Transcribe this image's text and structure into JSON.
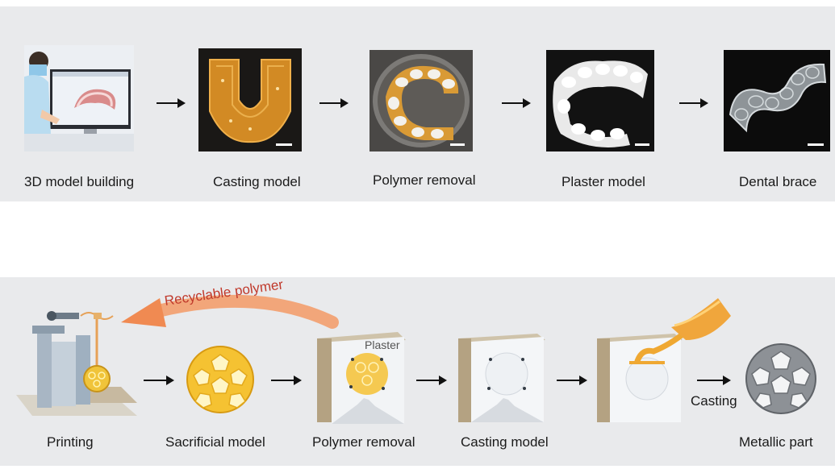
{
  "top_row": {
    "steps": [
      {
        "label": "3D model building"
      },
      {
        "label": "Casting model"
      },
      {
        "label": "Polymer removal"
      },
      {
        "label": "Plaster model"
      },
      {
        "label": "Dental brace"
      }
    ]
  },
  "bottom_row": {
    "steps": [
      {
        "label": "Printing"
      },
      {
        "label": "Sacrificial model"
      },
      {
        "label": "Polymer removal"
      },
      {
        "label": "Casting model"
      },
      {
        "label": "Metallic part"
      }
    ],
    "recycle_label": "Recyclable polymer",
    "plaster_label": "Plaster",
    "casting_label": "Casting"
  },
  "colors": {
    "panel_bg": "#e9eaec",
    "amber": "#e0a22a",
    "recycle_text": "#c0392b",
    "recycle_arrow": "#f2a67a"
  }
}
